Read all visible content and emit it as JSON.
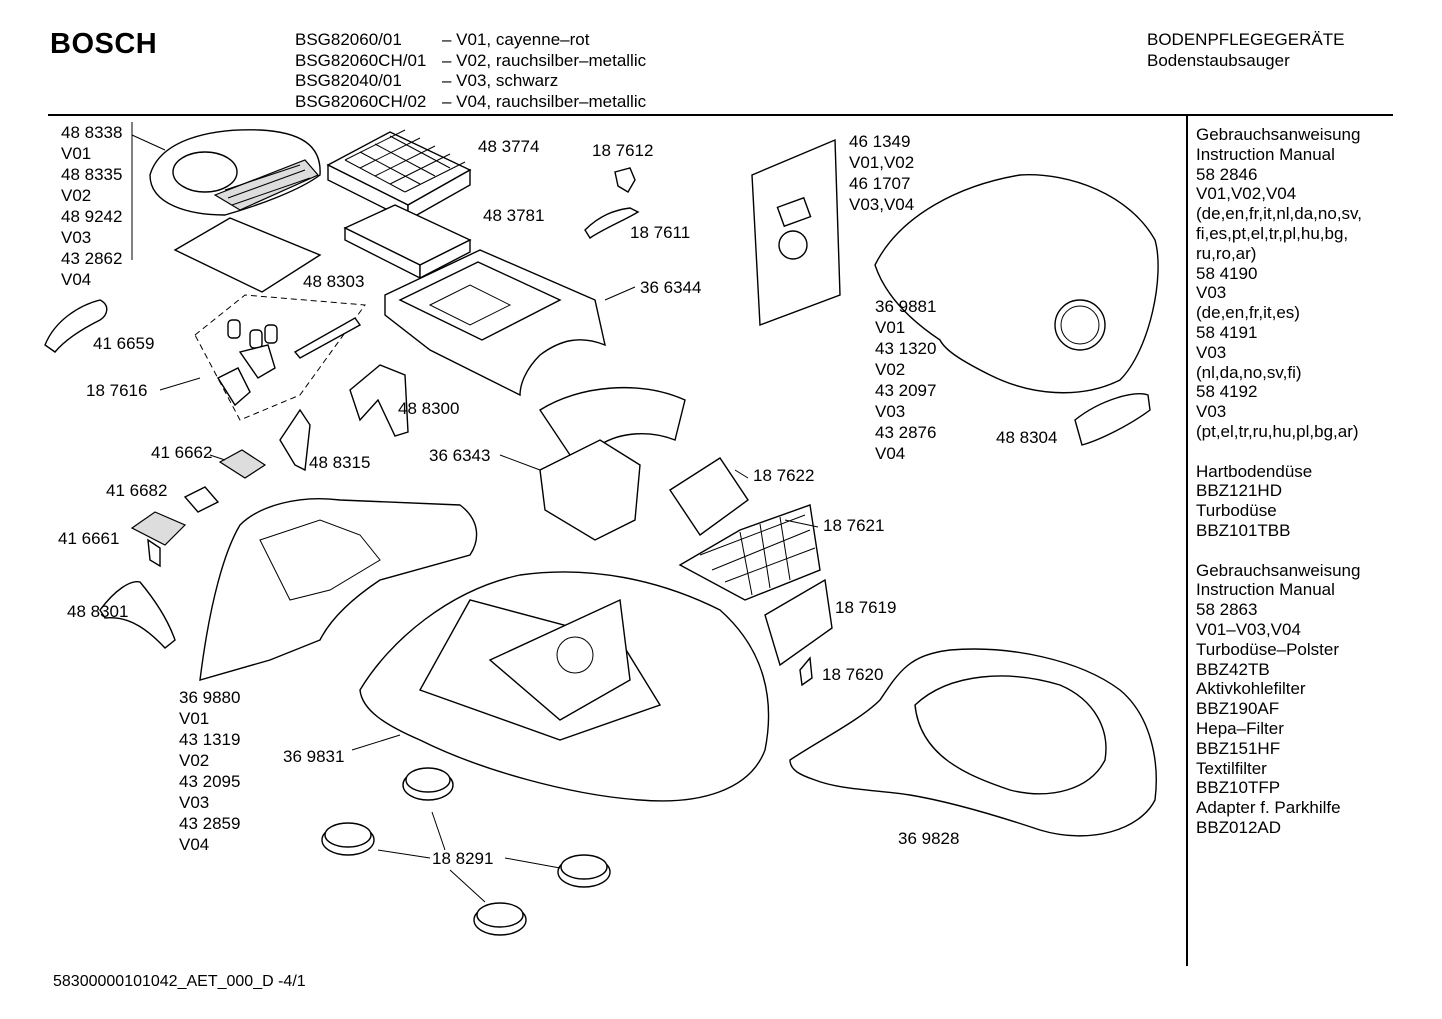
{
  "header": {
    "brand": "BOSCH",
    "models": [
      {
        "code": "BSG82060/01",
        "desc": "– V01, cayenne–rot"
      },
      {
        "code": "BSG82060CH/01",
        "desc": "– V02, rauchsilber–metallic"
      },
      {
        "code": "BSG82040/01",
        "desc": "– V03, schwarz"
      },
      {
        "code": "BSG82060CH/02",
        "desc": "– V04, rauchsilber–metallic"
      }
    ],
    "category": "BODENPFLEGEGERÄTE",
    "subcategory": "Bodenstaubsauger"
  },
  "callouts": {
    "c488338": [
      "48 8338",
      "V01",
      "48 8335",
      "V02",
      "48 9242",
      "V03",
      "43 2862",
      "V04"
    ],
    "c483774": "48 3774",
    "c187612": "18 7612",
    "c483781": "48 3781",
    "c187611": "18 7611",
    "c488303": "48 8303",
    "c366344": "36 6344",
    "c461349": [
      "46 1349",
      "V01,V02",
      "46 1707",
      "V03,V04"
    ],
    "c369881": [
      "36 9881",
      "V01",
      "43 1320",
      "V02",
      "43 2097",
      "V03",
      "43 2876",
      "V04"
    ],
    "c416659": "41 6659",
    "c187616": "18 7616",
    "c488300": "48 8300",
    "c416662": "41 6662",
    "c488315": "48 8315",
    "c366343": "36 6343",
    "c488304": "48 8304",
    "c187622": "18 7622",
    "c416682": "41 6682",
    "c187621": "18 7621",
    "c416661": "41 6661",
    "c187619": "18 7619",
    "c488301": "48 8301",
    "c187620": "18 7620",
    "c369880": [
      "36 9880",
      "V01",
      "43 1319",
      "V02",
      "43 2095",
      "V03",
      "43 2859",
      "V04"
    ],
    "c369831": "36 9831",
    "c369828": "36 9828",
    "c188291": "18 8291"
  },
  "sidebar": {
    "blocks": [
      [
        "Gebrauchsanweisung",
        "Instruction Manual",
        "58 2846",
        "V01,V02,V04",
        "(de,en,fr,it,nl,da,no,sv,",
        "fi,es,pt,el,tr,pl,hu,bg,",
        "ru,ro,ar)",
        "58 4190",
        "V03",
        "(de,en,fr,it,es)",
        "58 4191",
        "V03",
        "(nl,da,no,sv,fi)",
        "58 4192",
        "V03",
        "(pt,el,tr,ru,hu,pl,bg,ar)"
      ],
      [
        "Hartbodendüse",
        "BBZ121HD",
        "Turbodüse",
        "BBZ101TBB"
      ],
      [
        "Gebrauchsanweisung",
        "Instruction Manual",
        "58 2863",
        "V01–V03,V04",
        "Turbodüse–Polster",
        "BBZ42TB",
        "Aktivkohlefilter",
        "BBZ190AF",
        "Hepa–Filter",
        "BBZ151HF",
        "Textilfilter",
        "BBZ10TFP",
        "Adapter f. Parkhilfe",
        "BBZ012AD"
      ]
    ]
  },
  "footer": {
    "doc_id": "58300000101042_AET_000_D  -4/1"
  }
}
